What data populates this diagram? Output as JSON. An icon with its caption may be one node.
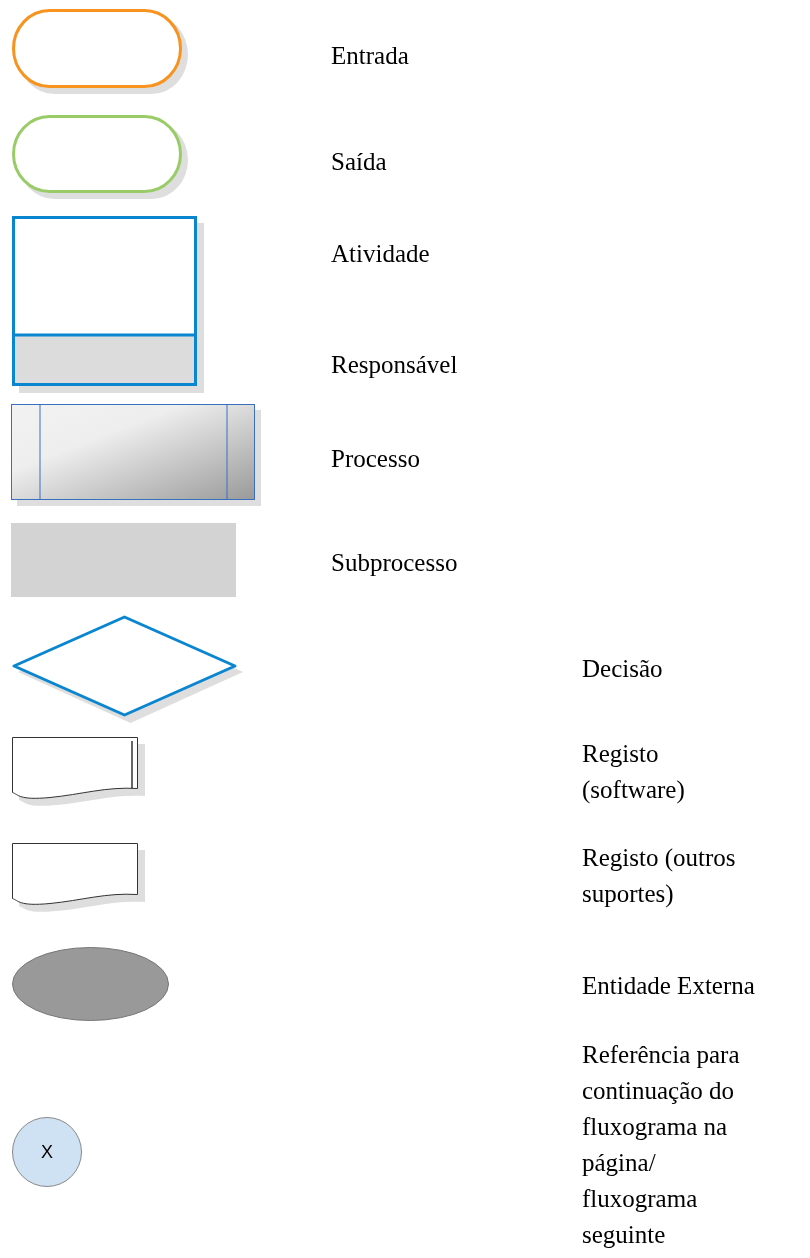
{
  "diagram": {
    "nodes": [
      {
        "text": [],
        "shape": "stadium"
      },
      {
        "text": [],
        "shape": "stadium"
      },
      {
        "text": [],
        "shape": "box"
      },
      {
        "text": [],
        "shape": "box"
      },
      {
        "text": [],
        "shape": "box"
      },
      {
        "text": [],
        "shape": "diamond"
      },
      {
        "text": [],
        "shape": "document"
      },
      {
        "text": [],
        "shape": "document"
      },
      {
        "text": [],
        "shape": "ellipse"
      },
      {
        "text": [
          "X"
        ]
      }
    ],
    "labels": [
      "Entrada",
      "Saída",
      "Atividade",
      "Responsável",
      "Processo",
      "Subprocesso",
      "Decisão",
      "Registo (software)",
      "Registo (outros suportes)",
      "Entidade Externa",
      "Referência para continuação do fluxograma na página/ fluxograma seguinte"
    ]
  }
}
